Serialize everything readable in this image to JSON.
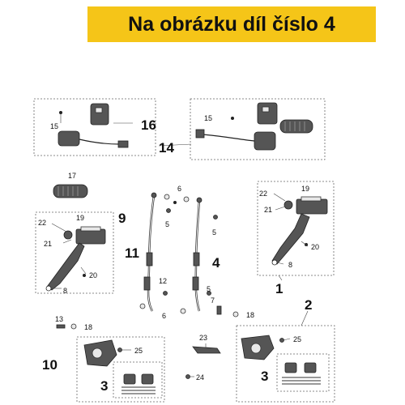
{
  "banner": {
    "text": "Na obrázku díl číslo 4",
    "color": "#f5c518"
  },
  "labels": {
    "n1": "1",
    "n2": "2",
    "n3a": "3",
    "n3b": "3",
    "n4": "4",
    "n5a": "5",
    "n5b": "5",
    "n5c": "5",
    "n6a": "6",
    "n6b": "6",
    "n7": "7",
    "n8a": "8",
    "n8b": "8",
    "n9": "9",
    "n10": "10",
    "n11": "11",
    "n12": "12",
    "n13": "13",
    "n14": "14",
    "n15a": "15",
    "n15b": "15",
    "n16": "16",
    "n17": "17",
    "n18a": "18",
    "n18b": "18",
    "n19a": "19",
    "n19b": "19",
    "n20a": "20",
    "n20b": "20",
    "n21a": "21",
    "n21b": "21",
    "n22a": "22",
    "n22b": "22",
    "n23": "23",
    "n24": "24",
    "n25a": "25",
    "n25b": "25"
  }
}
